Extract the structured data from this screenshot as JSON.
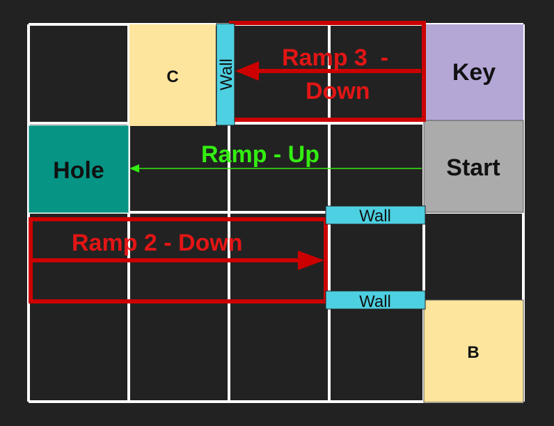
{
  "cells": {
    "c": "C",
    "key": "Key",
    "hole": "Hole",
    "start": "Start",
    "b": "B"
  },
  "walls": {
    "top": "Wall",
    "middle": "Wall",
    "lower": "Wall"
  },
  "ramps": {
    "ramp3_line1": "Ramp 3  -",
    "ramp3_line2": "Down",
    "ramp_up": "Ramp - Up",
    "ramp2": "Ramp 2 - Down"
  },
  "colors": {
    "background": "#222222",
    "grid": "#ffffff",
    "yellow_cell": "#fde59d",
    "key_cell": "#b4a7d6",
    "hole_cell": "#069585",
    "start_cell": "#ababab",
    "wall": "#4dd0e1",
    "ramp_red": "#cc0000",
    "ramp_green": "#33ee11"
  }
}
